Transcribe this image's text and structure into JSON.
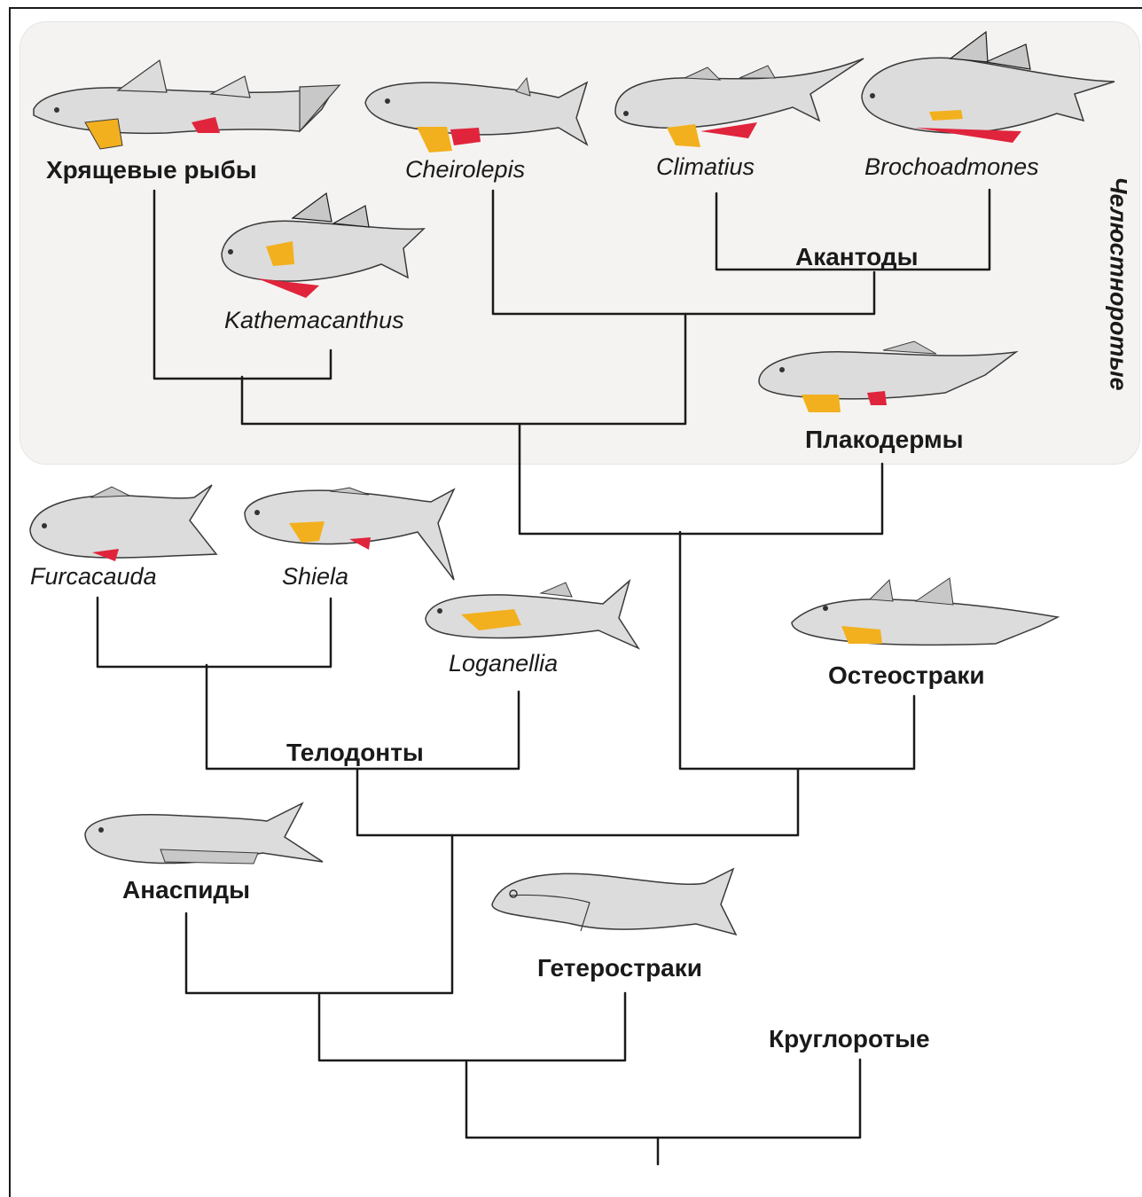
{
  "taxa": {
    "chondrichthyes": "Хрящевые рыбы",
    "cheirolepis": "Cheirolepis",
    "climatius": "Climatius",
    "brochoadmones": "Brochoadmones",
    "acanthodii": "Акантоды",
    "kathemacanthus": "Kathemacanthus",
    "placodermi": "Плакодермы",
    "furcacauda": "Furcacauda",
    "shiela": "Shiela",
    "loganellia": "Loganellia",
    "osteostraci": "Остеостраки",
    "thelodonti": "Телодонты",
    "anaspida": "Анаспиды",
    "heterostraci": "Гетеростраки",
    "cyclostomata": "Круглоротые"
  },
  "group_label": "Челюстноротые",
  "colors": {
    "fish_body": "#dcdcdc",
    "fish_fin": "#c8c8c8",
    "pectoral_fin": "#f2b01e",
    "pelvic_fin": "#e0243c",
    "dorsal_spine": "#1a1a1a",
    "tree_line": "#1a1a1a",
    "gnathostome_box": "#f4f3f1"
  },
  "icons": [
    "chondrichthyes-fish-icon",
    "cheirolepis-fish-icon",
    "climatius-fish-icon",
    "brochoadmones-fish-icon",
    "kathemacanthus-fish-icon",
    "placoderm-fish-icon",
    "furcacauda-fish-icon",
    "shiela-fish-icon",
    "loganellia-fish-icon",
    "osteostraci-fish-icon",
    "anaspida-fish-icon",
    "heterostraci-fish-icon"
  ]
}
